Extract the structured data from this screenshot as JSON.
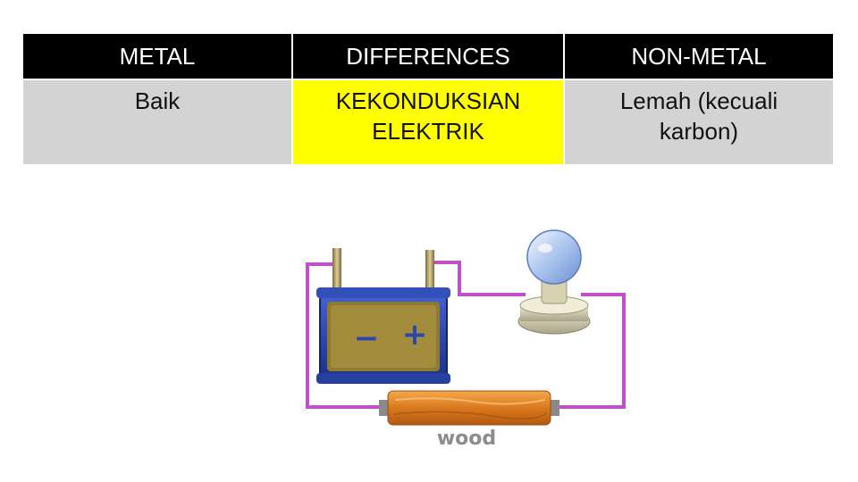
{
  "table": {
    "headers": [
      "METAL",
      "DIFFERENCES",
      "NON-METAL"
    ],
    "row": {
      "metal": "Baik",
      "difference_line1": "KEKONDUKSIAN",
      "difference_line2": "ELEKTRIK",
      "nonmetal_line1": "Lemah (kecuali",
      "nonmetal_line2": "karbon)"
    }
  },
  "illustration": {
    "label": "wood",
    "battery_plus": "+",
    "battery_minus": "−"
  },
  "colors": {
    "header_bg": "#000000",
    "header_text": "#ffffff",
    "cell_bg": "#d3d3d3",
    "highlight": "#ffff00",
    "wire": "#c050c8",
    "battery": "#2a48b0",
    "wood": "#d97a20"
  }
}
